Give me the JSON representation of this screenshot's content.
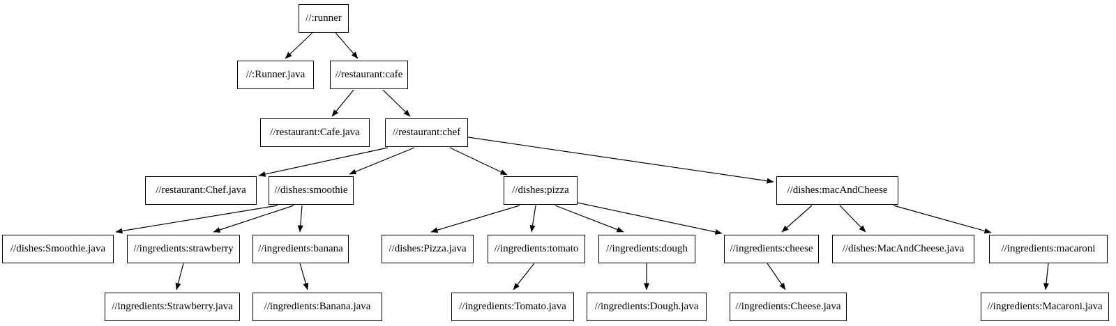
{
  "graph": {
    "type": "dependency-tree",
    "colors": {
      "background": "#ffffff",
      "node_fill": "#ffffff",
      "node_border": "#000000",
      "edge": "#000000"
    },
    "nodes": [
      {
        "id": "runner",
        "label": "//:runner"
      },
      {
        "id": "runner-java",
        "label": "//:Runner.java"
      },
      {
        "id": "cafe",
        "label": "//restaurant:cafe"
      },
      {
        "id": "cafe-java",
        "label": "//restaurant:Cafe.java"
      },
      {
        "id": "chef",
        "label": "//restaurant:chef"
      },
      {
        "id": "chef-java",
        "label": "//restaurant:Chef.java"
      },
      {
        "id": "smoothie",
        "label": "//dishes:smoothie"
      },
      {
        "id": "pizza",
        "label": "//dishes:pizza"
      },
      {
        "id": "mac-and-cheese",
        "label": "//dishes:macAndCheese"
      },
      {
        "id": "smoothie-java",
        "label": "//dishes:Smoothie.java"
      },
      {
        "id": "strawberry",
        "label": "//ingredients:strawberry"
      },
      {
        "id": "banana",
        "label": "//ingredients:banana"
      },
      {
        "id": "pizza-java",
        "label": "//dishes:Pizza.java"
      },
      {
        "id": "tomato",
        "label": "//ingredients:tomato"
      },
      {
        "id": "dough",
        "label": "//ingredients:dough"
      },
      {
        "id": "cheese",
        "label": "//ingredients:cheese"
      },
      {
        "id": "mac-and-cheese-java",
        "label": "//dishes:MacAndCheese.java"
      },
      {
        "id": "macaroni",
        "label": "//ingredients:macaroni"
      },
      {
        "id": "strawberry-java",
        "label": "//ingredients:Strawberry.java"
      },
      {
        "id": "banana-java",
        "label": "//ingredients:Banana.java"
      },
      {
        "id": "tomato-java",
        "label": "//ingredients:Tomato.java"
      },
      {
        "id": "dough-java",
        "label": "//ingredients:Dough.java"
      },
      {
        "id": "cheese-java",
        "label": "//ingredients:Cheese.java"
      },
      {
        "id": "macaroni-java",
        "label": "//ingredients:Macaroni.java"
      }
    ],
    "edges": [
      {
        "from": "runner",
        "to": "runner-java"
      },
      {
        "from": "runner",
        "to": "cafe"
      },
      {
        "from": "cafe",
        "to": "cafe-java"
      },
      {
        "from": "cafe",
        "to": "chef"
      },
      {
        "from": "chef",
        "to": "chef-java"
      },
      {
        "from": "chef",
        "to": "smoothie"
      },
      {
        "from": "chef",
        "to": "pizza"
      },
      {
        "from": "chef",
        "to": "mac-and-cheese"
      },
      {
        "from": "smoothie",
        "to": "smoothie-java"
      },
      {
        "from": "smoothie",
        "to": "strawberry"
      },
      {
        "from": "smoothie",
        "to": "banana"
      },
      {
        "from": "pizza",
        "to": "pizza-java"
      },
      {
        "from": "pizza",
        "to": "tomato"
      },
      {
        "from": "pizza",
        "to": "dough"
      },
      {
        "from": "pizza",
        "to": "cheese"
      },
      {
        "from": "mac-and-cheese",
        "to": "cheese"
      },
      {
        "from": "mac-and-cheese",
        "to": "mac-and-cheese-java"
      },
      {
        "from": "mac-and-cheese",
        "to": "macaroni"
      },
      {
        "from": "strawberry",
        "to": "strawberry-java"
      },
      {
        "from": "banana",
        "to": "banana-java"
      },
      {
        "from": "tomato",
        "to": "tomato-java"
      },
      {
        "from": "dough",
        "to": "dough-java"
      },
      {
        "from": "cheese",
        "to": "cheese-java"
      },
      {
        "from": "macaroni",
        "to": "macaroni-java"
      }
    ]
  }
}
